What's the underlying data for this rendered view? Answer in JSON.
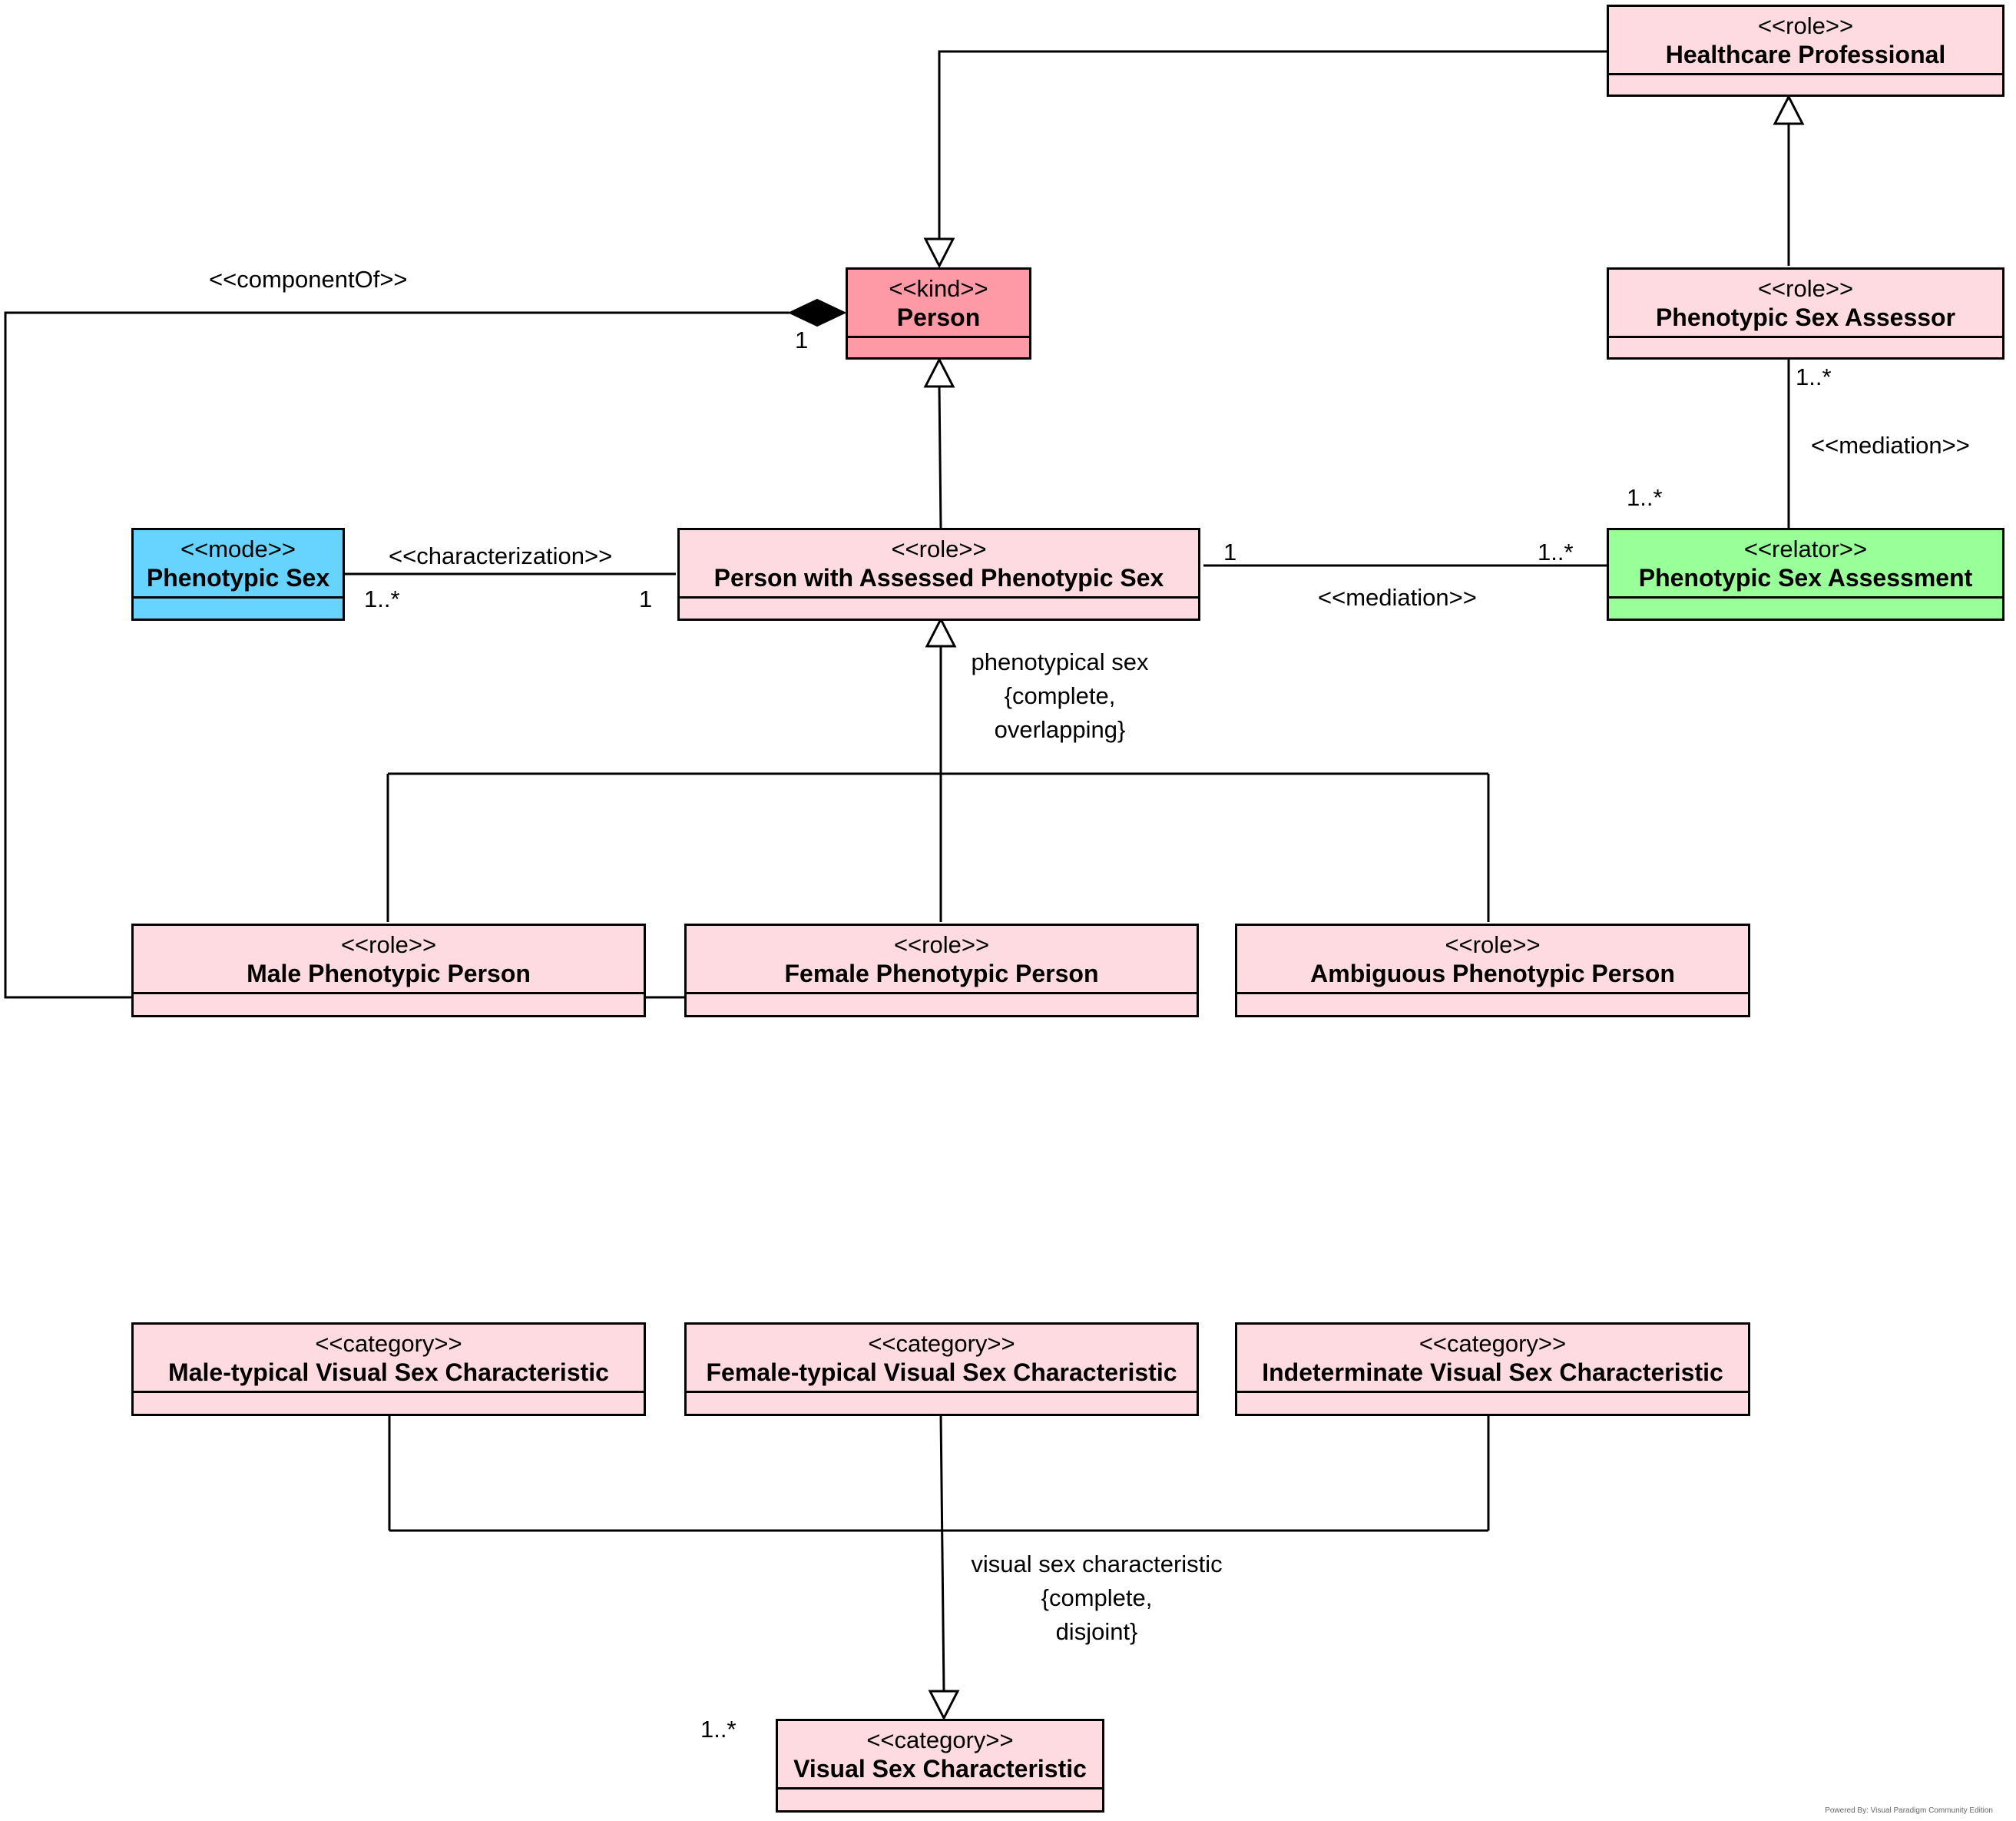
{
  "classes": {
    "healthcare_professional": {
      "stereotype": "<<role>>",
      "name": "Healthcare Professional",
      "color": "#fedbe0"
    },
    "person": {
      "stereotype": "<<kind>>",
      "name": "Person",
      "color": "#fd9aa6"
    },
    "phenotypic_sex_assessor": {
      "stereotype": "<<role>>",
      "name": "Phenotypic Sex Assessor",
      "color": "#fedbe0"
    },
    "phenotypic_sex": {
      "stereotype": "<<mode>>",
      "name": "Phenotypic Sex",
      "color": "#66d4ff"
    },
    "person_assessed": {
      "stereotype": "<<role>>",
      "name": "Person with Assessed Phenotypic Sex",
      "color": "#fedbe0"
    },
    "assessment": {
      "stereotype": "<<relator>>",
      "name": "Phenotypic Sex Assessment",
      "color": "#99ff99"
    },
    "male_person": {
      "stereotype": "<<role>>",
      "name": "Male Phenotypic Person",
      "color": "#fedbe0"
    },
    "female_person": {
      "stereotype": "<<role>>",
      "name": "Female Phenotypic Person",
      "color": "#fedbe0"
    },
    "ambiguous_person": {
      "stereotype": "<<role>>",
      "name": "Ambiguous Phenotypic Person",
      "color": "#fedbe0"
    },
    "male_visual": {
      "stereotype": "<<category>>",
      "name": "Male-typical Visual Sex Characteristic",
      "color": "#fedbe0"
    },
    "female_visual": {
      "stereotype": "<<category>>",
      "name": "Female-typical Visual Sex Characteristic",
      "color": "#fedbe0"
    },
    "indeterminate_visual": {
      "stereotype": "<<category>>",
      "name": "Indeterminate Visual Sex Characteristic",
      "color": "#fedbe0"
    },
    "visual_char": {
      "stereotype": "<<category>>",
      "name": "Visual Sex Characteristic",
      "color": "#fedbe0"
    }
  },
  "labels": {
    "component_of": "<<componentOf>>",
    "component_of_mult_person": "1",
    "component_of_mult_visual": "1..*",
    "characterization": "<<characterization>>",
    "characterization_mult_mode": "1..*",
    "characterization_mult_role": "1",
    "mediation_assessor": "<<mediation>>",
    "mediation_assessor_mult_top": "1..*",
    "mediation_assessor_mult_bottom": "1..*",
    "mediation_person": "<<mediation>>",
    "mediation_person_mult_left": "1",
    "mediation_person_mult_right": "1..*",
    "gs_phenotypical": [
      "phenotypical sex",
      "{complete,",
      "overlapping}"
    ],
    "gs_visual": [
      "visual sex characteristic",
      "{complete,",
      "disjoint}"
    ],
    "powered_by": "Powered By: Visual Paradigm Community Edition"
  }
}
